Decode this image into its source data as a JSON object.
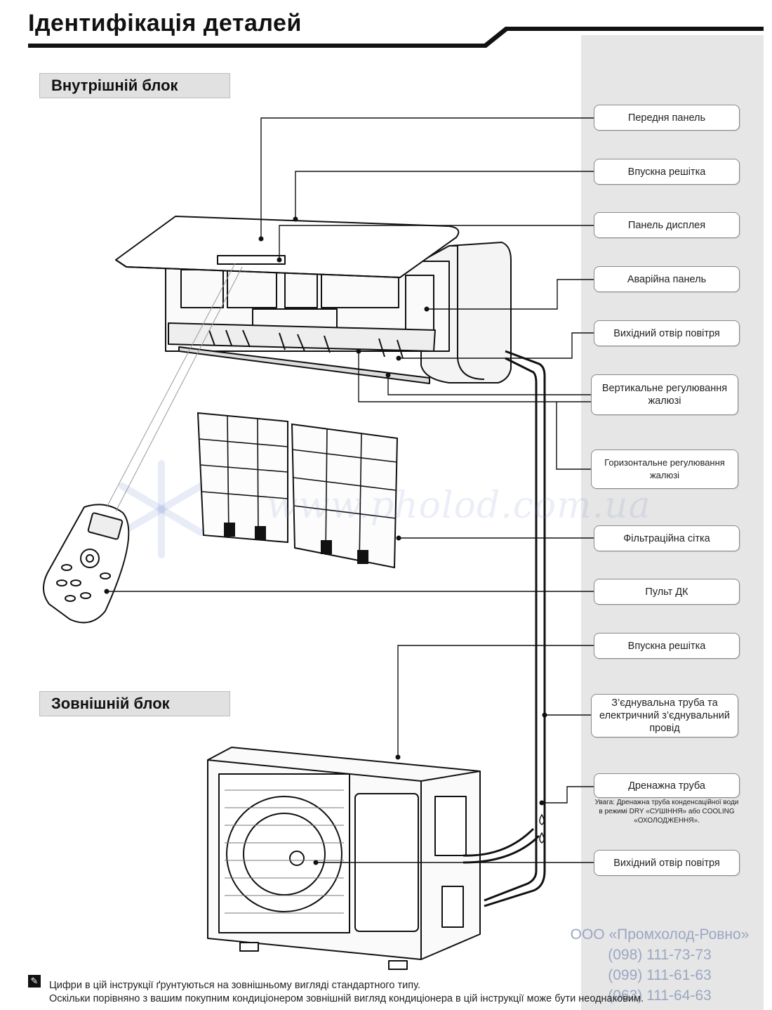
{
  "title": "Ідентифікація деталей",
  "sections": {
    "indoor": "Внутрішній блок",
    "outdoor": "Зовнішній блок"
  },
  "labels": {
    "front_panel": "Передня панель",
    "intake_grille_indoor": "Впускна решітка",
    "display_panel": "Панель дисплея",
    "emergency_panel": "Аварійна панель",
    "air_outlet_indoor": "Вихідний отвір повітря",
    "vertical_louver": "Вертикальне регулювання жалюзі",
    "horizontal_louver": "Горизонтальне регулювання жалюзі",
    "filter_net": "Фільтраційна сітка",
    "remote": "Пульт ДК",
    "intake_grille_outdoor": "Впускна решітка",
    "connecting_pipe": "З’єднувальна труба та електричний з’єднувальний провід",
    "drain_pipe": "Дренажна труба",
    "drain_note": "Увага: Дренажна труба конденсаційної води в режимі DRY «СУШІННЯ» або COOLING «ОХОЛОДЖЕННЯ».",
    "air_outlet_outdoor": "Вихідний отвір повітря"
  },
  "footer": {
    "line1": "Цифри в цій інструкції ґрунтуються на зовнішньому вигляді стандартного типу.",
    "line2": "Оскільки порівняно з вашим покупним кондиціонером зовнішній вигляд кондиціонера в цій інструкції може бути неоднаковим."
  },
  "company": {
    "name": "ООО «Промхолод-Ровно»",
    "phone1": "(098) 111-73-73",
    "phone2": "(099) 111-61-63",
    "phone3": "(063) 111-64-63"
  },
  "watermark": "www.pholod.com.ua"
}
